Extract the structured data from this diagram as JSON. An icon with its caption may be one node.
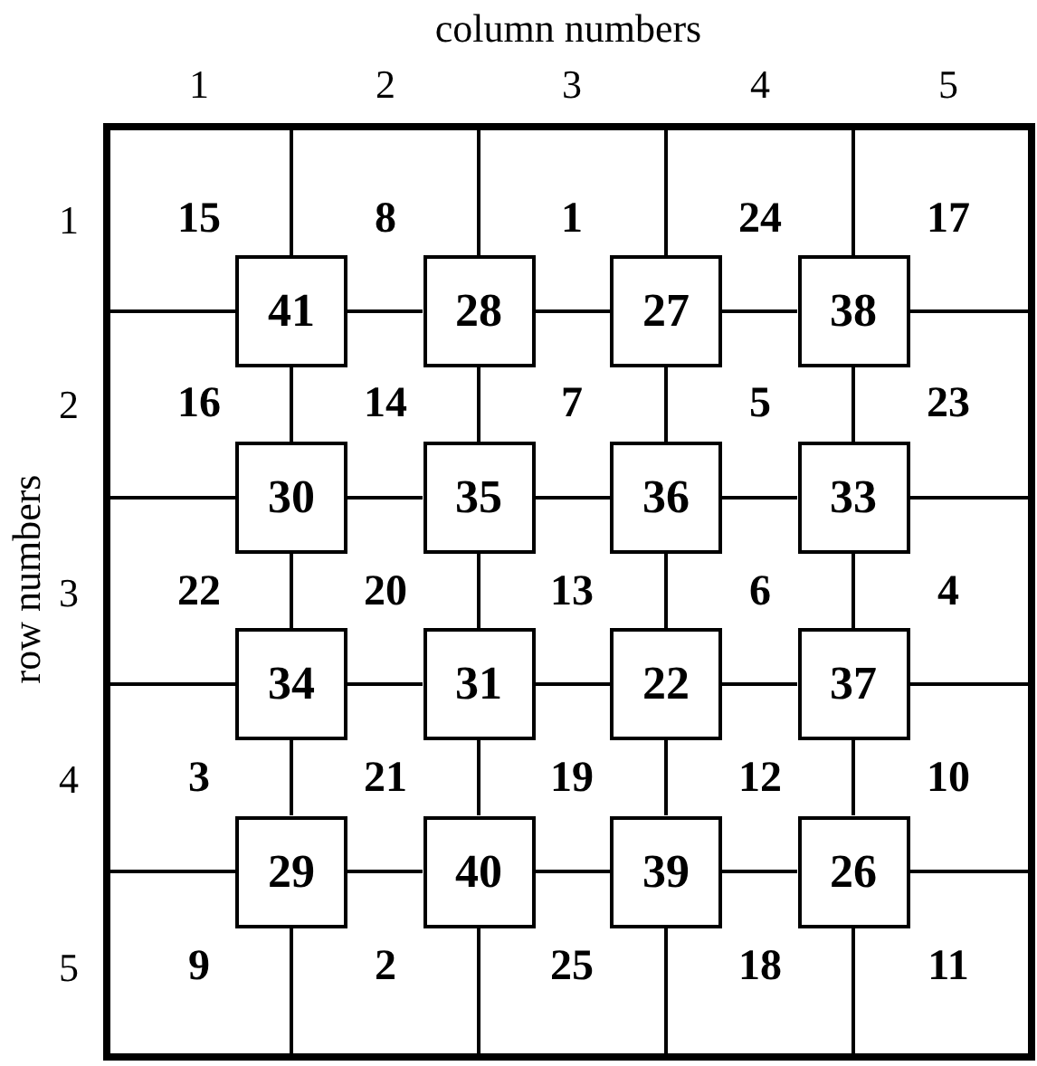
{
  "diagram": {
    "nodes": [
      {
        "text": [],
        "shape": "box"
      },
      {
        "text": [
          "41"
        ],
        "in": 0
      },
      {
        "text": [
          "28"
        ],
        "in": 0
      },
      {
        "text": [
          "27"
        ],
        "in": 0
      },
      {
        "text": [
          "38"
        ],
        "in": 0
      },
      {
        "text": [
          "30"
        ],
        "in": 0
      },
      {
        "text": [
          "35"
        ],
        "in": 0
      },
      {
        "text": [
          "36"
        ],
        "in": 0
      },
      {
        "text": [
          "33"
        ],
        "in": 0
      },
      {
        "text": [
          "34"
        ],
        "in": 0
      },
      {
        "text": [
          "31"
        ],
        "in": 0
      },
      {
        "text": [
          "22"
        ],
        "in": 0
      },
      {
        "text": [
          "37"
        ],
        "in": 0
      },
      {
        "text": [
          "29"
        ],
        "in": 0
      },
      {
        "text": [
          "40"
        ],
        "in": 0
      },
      {
        "text": [
          "39"
        ],
        "in": 0
      },
      {
        "text": [
          "26"
        ],
        "in": 0
      }
    ],
    "edges": [
      {
        "from": 0,
        "to": 1,
        "arrow": "none"
      },
      {
        "from": 1,
        "to": 2,
        "arrow": "none"
      },
      {
        "from": 2,
        "to": 3,
        "arrow": "none"
      },
      {
        "from": 3,
        "to": 4,
        "arrow": "none"
      },
      {
        "from": 4,
        "to": 0,
        "arrow": "none"
      },
      {
        "from": 0,
        "to": 5,
        "arrow": "none"
      },
      {
        "from": 5,
        "to": 6,
        "arrow": "none"
      },
      {
        "from": 6,
        "to": 7,
        "arrow": "none"
      },
      {
        "from": 7,
        "to": 8,
        "arrow": "none"
      },
      {
        "from": 8,
        "to": 0,
        "arrow": "none"
      },
      {
        "from": 0,
        "to": 9,
        "arrow": "none"
      },
      {
        "from": 9,
        "to": 10,
        "arrow": "none"
      },
      {
        "from": 10,
        "to": 11,
        "arrow": "none"
      },
      {
        "from": 11,
        "to": 12,
        "arrow": "none"
      },
      {
        "from": 12,
        "to": 0,
        "arrow": "none"
      },
      {
        "from": 0,
        "to": 13,
        "arrow": "none"
      },
      {
        "from": 13,
        "to": 14,
        "arrow": "none"
      },
      {
        "from": 14,
        "to": 15,
        "arrow": "none"
      },
      {
        "from": 15,
        "to": 16,
        "arrow": "none"
      },
      {
        "from": 16,
        "to": 0,
        "arrow": "none"
      },
      {
        "from": 0,
        "to": 1,
        "arrow": "none"
      },
      {
        "from": 1,
        "to": 5,
        "arrow": "none"
      },
      {
        "from": 5,
        "to": 9,
        "arrow": "none"
      },
      {
        "from": 9,
        "to": 13,
        "arrow": "none"
      },
      {
        "from": 13,
        "to": 0,
        "arrow": "none"
      },
      {
        "from": 0,
        "to": 2,
        "arrow": "none"
      },
      {
        "from": 2,
        "to": 6,
        "arrow": "none"
      },
      {
        "from": 6,
        "to": 10,
        "arrow": "none"
      },
      {
        "from": 10,
        "to": 14,
        "arrow": "none"
      },
      {
        "from": 14,
        "to": 0,
        "arrow": "none"
      },
      {
        "from": 0,
        "to": 3,
        "arrow": "none"
      },
      {
        "from": 3,
        "to": 7,
        "arrow": "none"
      },
      {
        "from": 7,
        "to": 11,
        "arrow": "none"
      },
      {
        "from": 11,
        "to": 15,
        "arrow": "none"
      },
      {
        "from": 15,
        "to": 0,
        "arrow": "none"
      },
      {
        "from": 0,
        "to": 4,
        "arrow": "none"
      },
      {
        "from": 4,
        "to": 8,
        "arrow": "none"
      },
      {
        "from": 8,
        "to": 12,
        "arrow": "none"
      },
      {
        "from": 12,
        "to": 16,
        "arrow": "none"
      },
      {
        "from": 16,
        "to": 0,
        "arrow": "none"
      }
    ],
    "labels": [
      "column numbers",
      "1",
      "2",
      "3",
      "4",
      "5",
      "row numbers",
      "1",
      "15",
      "8",
      "1",
      "24",
      "17",
      "2",
      "16",
      "14",
      "7",
      "5",
      "23",
      "3",
      "22",
      "20",
      "13",
      "6",
      "4",
      "4",
      "3",
      "21",
      "19",
      "12",
      "10",
      "5",
      "9",
      "2",
      "25",
      "18",
      "11"
    ]
  }
}
